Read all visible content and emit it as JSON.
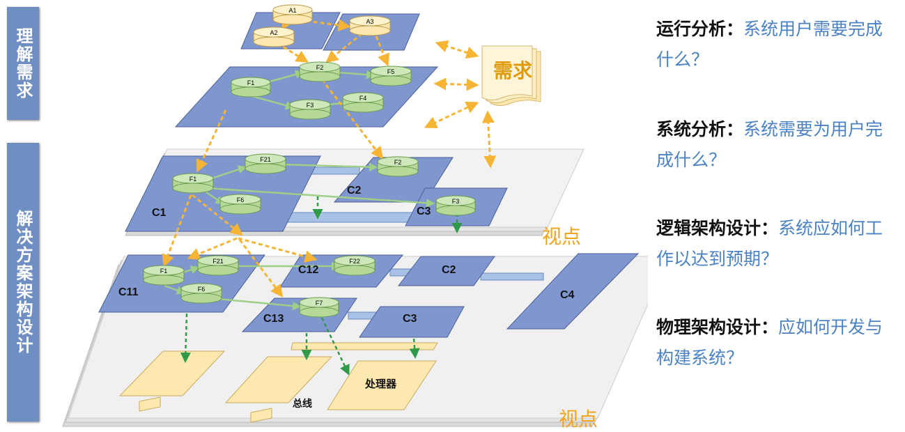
{
  "side_labels": {
    "top": "理解需求",
    "bottom": "解决方案架构设计"
  },
  "requirement": "需求",
  "viewpoint": "视点",
  "layer1": {
    "nodes": [
      "A1",
      "A2",
      "A3"
    ]
  },
  "layer2": {
    "nodes": [
      "F1",
      "F2",
      "F3",
      "F4",
      "F5"
    ]
  },
  "layer3": {
    "components": [
      "C1",
      "C2",
      "C3"
    ],
    "nodes": [
      "F1",
      "F21",
      "F6",
      "F2",
      "F3"
    ]
  },
  "layer4": {
    "components": [
      "C11",
      "C12",
      "C13",
      "C2",
      "C3",
      "C4"
    ],
    "nodes": [
      "F1",
      "F21",
      "F6",
      "F22",
      "F7"
    ]
  },
  "layer5": {
    "labels": [
      "处理器",
      "总线"
    ]
  },
  "descriptions": [
    {
      "key": "运行分析：",
      "value": "系统用户需要完成什么？"
    },
    {
      "key": "系统分析：",
      "value": "系统需要为用户完成什么？"
    },
    {
      "key": "逻辑架构设计：",
      "value": "系统应如何工作以达到预期？"
    },
    {
      "key": "物理架构设计：",
      "value": "应如何开发与构建系统？"
    }
  ],
  "colors": {
    "layer_blue": "#7f96ce",
    "node_green": "#b6d99a",
    "node_yellow": "#fde9b0",
    "arrow_orange": "#f5b433",
    "arrow_green": "#3aa654",
    "label_blue": "#4a82c4"
  }
}
